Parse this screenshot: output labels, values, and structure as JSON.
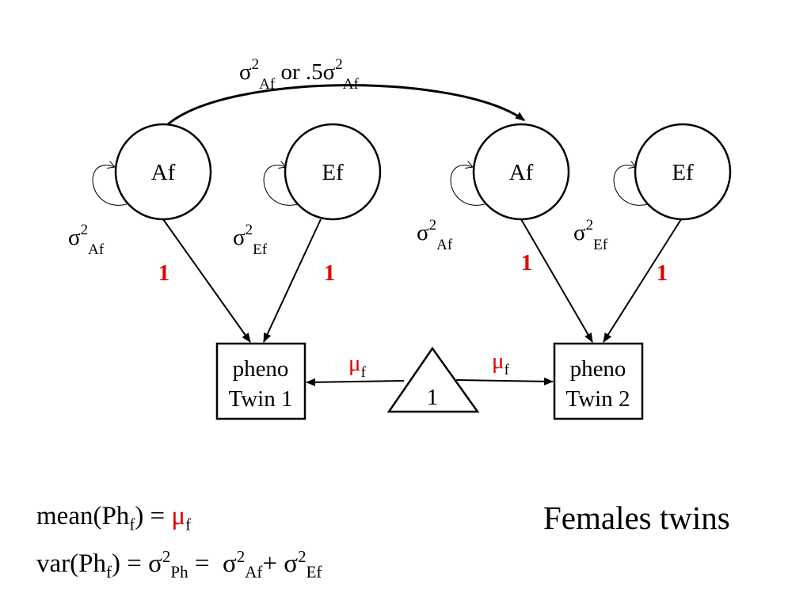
{
  "colors": {
    "accent": "#e00000",
    "ink": "#000000"
  },
  "symbols": {
    "sigma": "σ",
    "mu": "μ",
    "two": "2",
    "af": "Af",
    "ef": "Ef",
    "f": "f",
    "ph": "Ph"
  },
  "diagram": {
    "top_covariance": {
      "or_text": " or .5"
    },
    "twin1": {
      "latent_a": "Af",
      "latent_e": "Ef",
      "path_a": "1",
      "path_e": "1",
      "observed_line1": "pheno",
      "observed_line2": "Twin 1",
      "mean_path": "μ",
      "mean_sub": "f"
    },
    "twin2": {
      "latent_a": "Af",
      "latent_e": "Ef",
      "path_a": "1",
      "path_e": "1",
      "observed_line1": "pheno",
      "observed_line2": "Twin 2",
      "mean_path": "μ",
      "mean_sub": "f"
    },
    "constant": "1"
  },
  "formulas": {
    "mean_prefix": "mean(Ph",
    "mean_mid": ") = ",
    "var_prefix": "var(Ph",
    "var_mid": ") = ",
    "equals": " =  ",
    "plus": "+ "
  },
  "caption": "Females twins"
}
